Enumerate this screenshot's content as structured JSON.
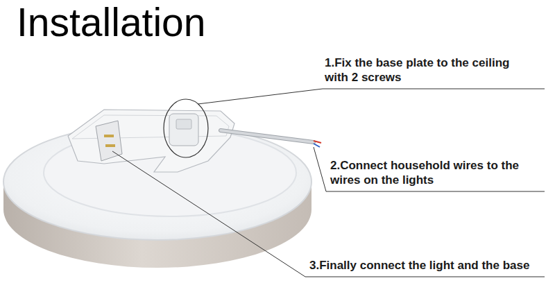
{
  "diagram": {
    "title": "Installation",
    "labels": [
      "1.Fix the base plate to the ceiling with 2 screws",
      "2.Connect household wires to the wires on the lights",
      "3.Finally connect the light and the base"
    ]
  }
}
